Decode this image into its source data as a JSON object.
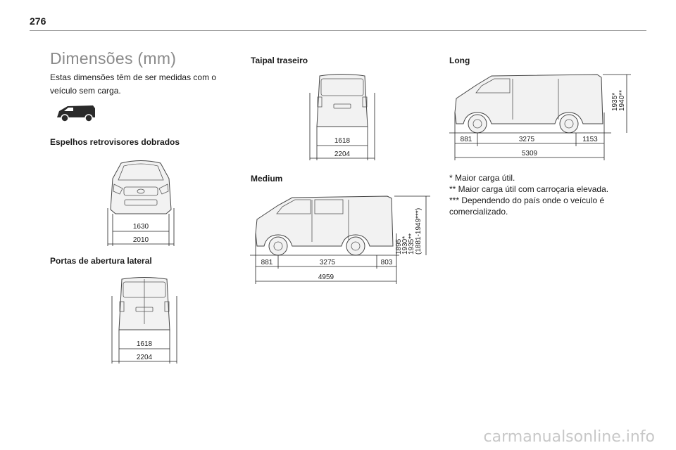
{
  "page": {
    "number": "276"
  },
  "title": "Dimensões (mm)",
  "intro": "Estas dimensões têm de ser medidas com o veículo sem carga.",
  "sections": {
    "mirrors": {
      "title": "Espelhos retrovisores dobrados",
      "inner": "1630",
      "outer": "2010"
    },
    "side_doors": {
      "title": "Portas de abertura lateral",
      "inner": "1618",
      "outer": "2204"
    },
    "tailgate": {
      "title": "Taipal traseiro",
      "inner": "1618",
      "outer": "2204"
    },
    "medium": {
      "title": "Medium",
      "front_overhang": "881",
      "wheelbase": "3275",
      "rear_overhang": "803",
      "length": "4959",
      "heights": [
        "1895",
        "1930*",
        "1935**",
        "(1881-1949***)"
      ]
    },
    "long": {
      "title": "Long",
      "front_overhang": "881",
      "wheelbase": "3275",
      "rear_overhang": "1153",
      "length": "5309",
      "heights": [
        "1935*",
        "1940**"
      ]
    }
  },
  "notes": [
    "* Maior carga útil.",
    "** Maior carga útil com carroçaria elevada.",
    "*** Dependendo do país onde o veículo é",
    "comercializado."
  ],
  "watermark": "carmanualsonline.info"
}
